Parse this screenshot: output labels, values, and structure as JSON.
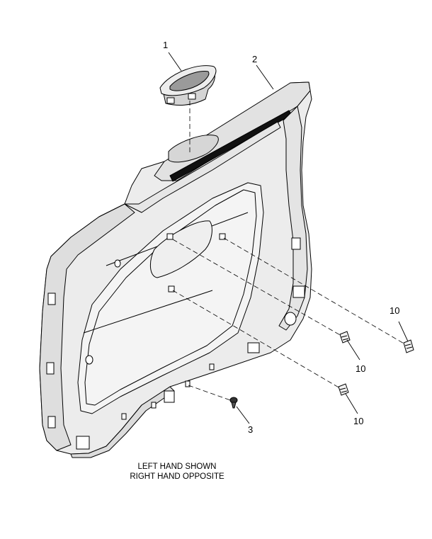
{
  "callouts": {
    "c1": "1",
    "c2": "2",
    "c3": "3",
    "c10a": "10",
    "c10b": "10",
    "c10c": "10"
  },
  "caption": {
    "line1": "LEFT HAND SHOWN",
    "line2": "RIGHT HAND OPPOSITE"
  },
  "colors": {
    "line": "#000000",
    "panel_fill": "#ececec",
    "panel_inner": "#f4f4f4",
    "shadow": "#c9c9c9"
  }
}
